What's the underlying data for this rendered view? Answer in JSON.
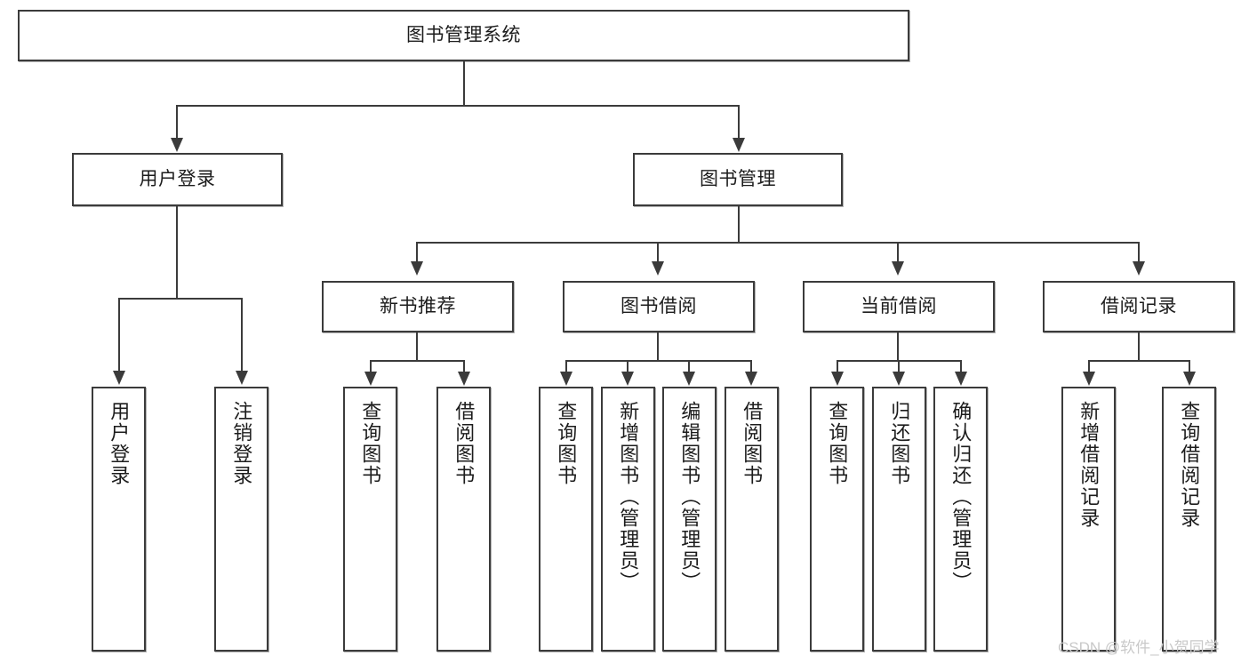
{
  "diagram": {
    "title": "图书管理系统",
    "type": "hierarchy-tree",
    "root": {
      "label": "图书管理系统"
    },
    "level2": [
      {
        "label": "用户登录"
      },
      {
        "label": "图书管理"
      }
    ],
    "level3": [
      {
        "label": "新书推荐"
      },
      {
        "label": "图书借阅"
      },
      {
        "label": "当前借阅"
      },
      {
        "label": "借阅记录"
      }
    ],
    "leaves": {
      "user_login": [
        {
          "label": "用户登录"
        },
        {
          "label": "注销登录"
        }
      ],
      "new_book_recommend": [
        {
          "label": "查询图书"
        },
        {
          "label": "借阅图书"
        }
      ],
      "book_borrow": [
        {
          "label": "查询图书"
        },
        {
          "label": "新增图书（管理员）"
        },
        {
          "label": "编辑图书（管理员）"
        },
        {
          "label": "借阅图书"
        }
      ],
      "current_borrow": [
        {
          "label": "查询图书"
        },
        {
          "label": "归还图书"
        },
        {
          "label": "确认归还（管理员）"
        }
      ],
      "borrow_record": [
        {
          "label": "新增借阅记录"
        },
        {
          "label": "查询借阅记录"
        }
      ]
    }
  },
  "watermark": {
    "text": "CSDN @软件_小贺同学"
  },
  "colors": {
    "stroke": "#3b3b3b",
    "background": "#ffffff",
    "text": "#1c1c1c",
    "watermark": "#c9c9c9"
  }
}
